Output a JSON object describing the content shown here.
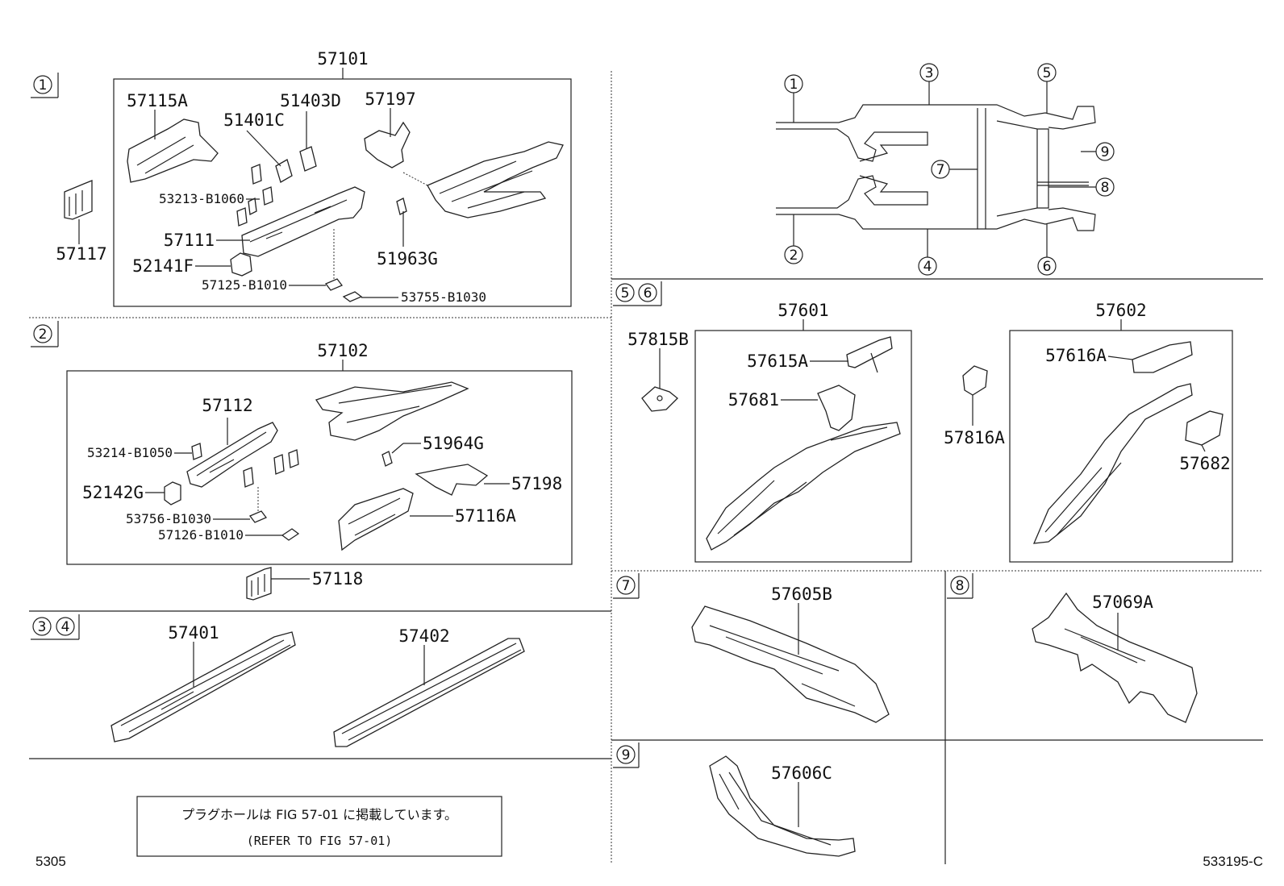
{
  "sections": {
    "s1": "1",
    "s2": "2",
    "s3": "3",
    "s4": "4",
    "s5": "5",
    "s6": "6",
    "s7": "7",
    "s8": "8",
    "s9": "9"
  },
  "labels": {
    "p57101": "57101",
    "p57115A": "57115A",
    "p51401C": "51401C",
    "p51403D": "51403D",
    "p57197": "57197",
    "p53213_B1060": "53213-B1060",
    "p57111": "57111",
    "p52141F": "52141F",
    "p57125_B1010": "57125-B1010",
    "p53755_B1030": "53755-B1030",
    "p51963G": "51963G",
    "p57117": "57117",
    "p57102": "57102",
    "p57112": "57112",
    "p53214_B1050": "53214-B1050",
    "p52142G": "52142G",
    "p53756_B1030": "53756-B1030",
    "p57126_B1010": "57126-B1010",
    "p51964G": "51964G",
    "p57198": "57198",
    "p57116A": "57116A",
    "p57118": "57118",
    "p57401": "57401",
    "p57402": "57402",
    "p57601": "57601",
    "p57602": "57602",
    "p57815B": "57815B",
    "p57615A": "57615A",
    "p57681": "57681",
    "p57816A": "57816A",
    "p57616A": "57616A",
    "p57682": "57682",
    "p57605B": "57605B",
    "p57069A": "57069A",
    "p57606C": "57606C"
  },
  "note": {
    "line1": "プラグホールは FIG 57-01 に掲載しています。",
    "line2": "(REFER TO FIG 57-01)"
  },
  "footer": {
    "left": "5305",
    "right": "533195-C"
  }
}
